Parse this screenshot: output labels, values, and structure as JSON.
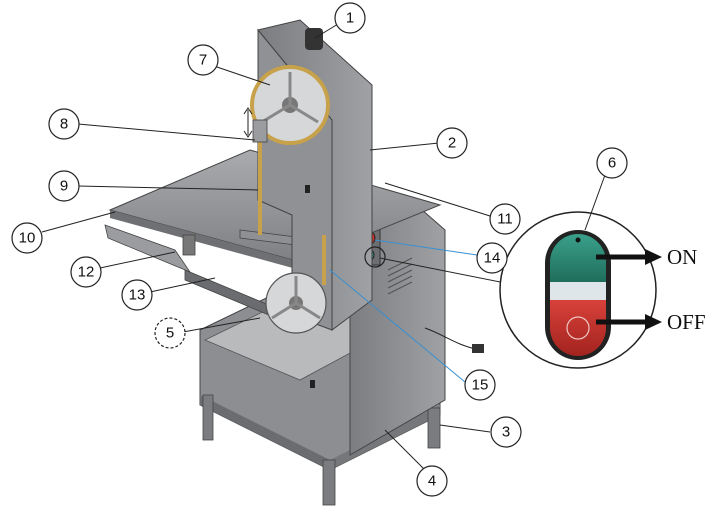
{
  "callouts": [
    {
      "id": "c1",
      "label": "1"
    },
    {
      "id": "c2",
      "label": "2"
    },
    {
      "id": "c3",
      "label": "3"
    },
    {
      "id": "c4",
      "label": "4"
    },
    {
      "id": "c5",
      "label": "5"
    },
    {
      "id": "c6",
      "label": "6"
    },
    {
      "id": "c7",
      "label": "7"
    },
    {
      "id": "c8",
      "label": "8"
    },
    {
      "id": "c9",
      "label": "9"
    },
    {
      "id": "c10",
      "label": "10"
    },
    {
      "id": "c11",
      "label": "11"
    },
    {
      "id": "c12",
      "label": "12"
    },
    {
      "id": "c13",
      "label": "13"
    },
    {
      "id": "c14",
      "label": "14"
    },
    {
      "id": "c15",
      "label": "15"
    }
  ],
  "switch": {
    "on_label": "ON",
    "off_label": "OFF",
    "on_color": "#2f8f78",
    "off_color": "#c8312b"
  },
  "colors": {
    "machine_body": "#8a8c8f",
    "machine_dark": "#5e6063",
    "blade": "#c8a24a"
  }
}
